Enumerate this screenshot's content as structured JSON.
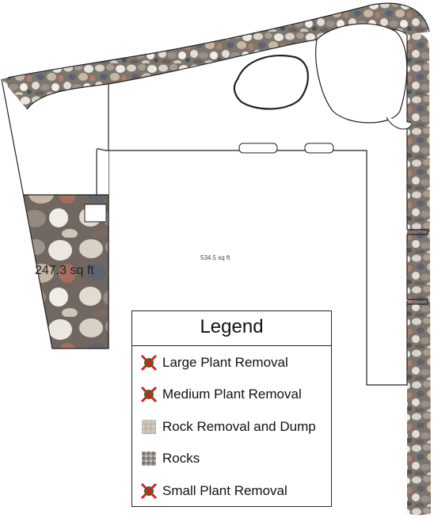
{
  "areas": {
    "small_area_label": "247.3 sq ft",
    "big_area_label": "534.5 sq ft"
  },
  "legend": {
    "title": "Legend",
    "items": [
      {
        "label": "Large Plant Removal",
        "icon": "plant-removal-icon"
      },
      {
        "label": "Medium Plant Removal",
        "icon": "plant-removal-icon"
      },
      {
        "label": "Rock Removal and Dump",
        "icon": "rock-removal-swatch"
      },
      {
        "label": "Rocks",
        "icon": "rocks-swatch"
      },
      {
        "label": "Small Plant Removal",
        "icon": "plant-removal-icon"
      }
    ]
  },
  "colors": {
    "outline": "#222222",
    "rock_base": "#8c8580",
    "plant_green": "#1d7a2a",
    "removal_red": "#d62020"
  }
}
